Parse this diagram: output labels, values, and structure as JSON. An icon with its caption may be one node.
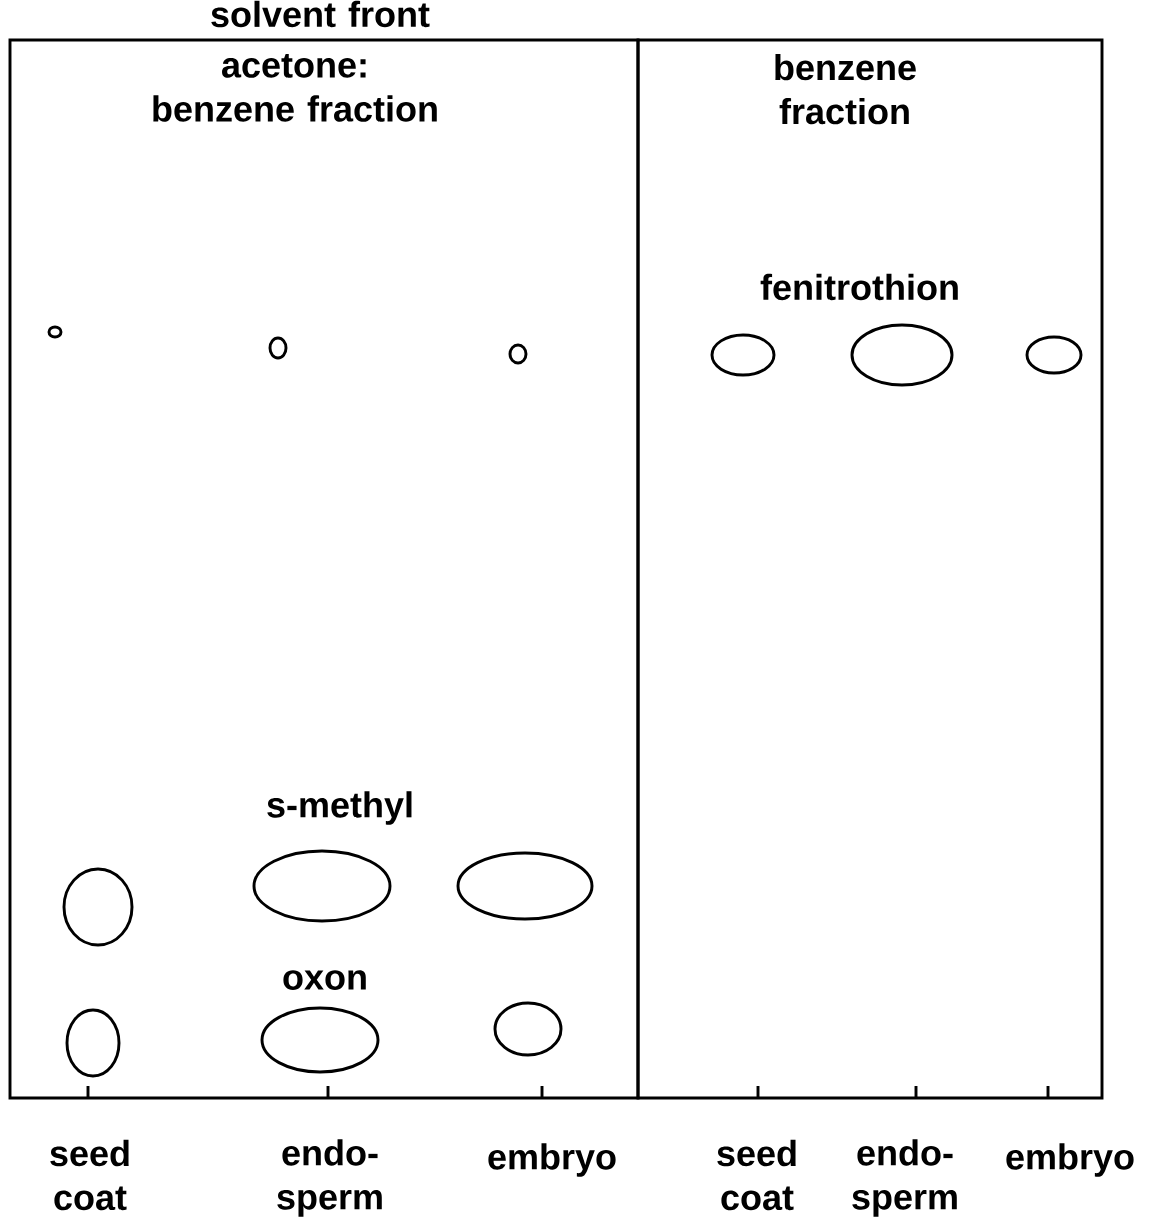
{
  "diagram": {
    "nodes": [
      {
        "text": [
          "acetone: benzene fraction"
        ]
      },
      {
        "text": [],
        "shape": "circle",
        "in": 0
      },
      {
        "text": [],
        "shape": "circle",
        "in": 0
      },
      {
        "text": [],
        "shape": "circle",
        "in": 0
      },
      {
        "text": [],
        "shape": "circle",
        "in": 0
      },
      {
        "text": [],
        "shape": "circle",
        "in": 0
      },
      {
        "text": [],
        "shape": "circle",
        "in": 0
      },
      {
        "text": [],
        "shape": "circle",
        "in": 0
      },
      {
        "text": [],
        "shape": "circle",
        "in": 0
      },
      {
        "text": [],
        "shape": "circle",
        "in": 0
      },
      {
        "text": [
          "benzene fraction"
        ]
      },
      {
        "text": [],
        "shape": "circle",
        "in": 10
      },
      {
        "text": [],
        "shape": "circle",
        "in": 10
      },
      {
        "text": [],
        "shape": "circle",
        "in": 10
      }
    ],
    "labels": [
      "solvent front",
      "fenitrothion",
      "s-methyl",
      "oxon",
      "seed coat",
      "endo- sperm",
      "embryo",
      "seed coat",
      "endo- sperm",
      "embryo"
    ]
  }
}
